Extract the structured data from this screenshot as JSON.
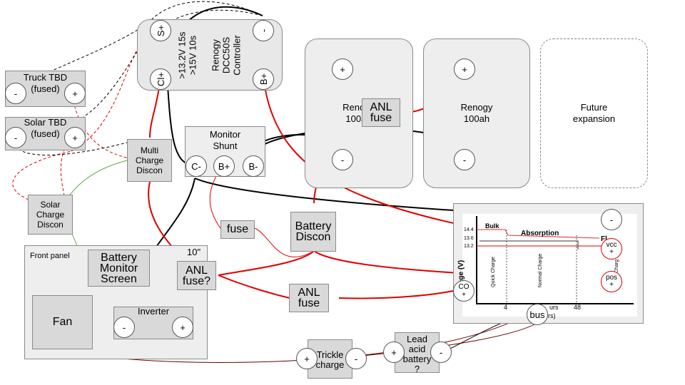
{
  "controller": {
    "line1": "Renogy",
    "line2": "DCC50S",
    "line3": "Controller",
    "thresh1": ">13.2V 15s",
    "thresh2": ">15V 10s",
    "t_splus": "S+",
    "t_minus": "-",
    "t_clplus": "Cl+",
    "t_bplus": "B+"
  },
  "truck": {
    "title": "Truck TBD",
    "sub": "(fused)",
    "minus": "-",
    "plus": "+"
  },
  "solar": {
    "title": "Solar TBD",
    "sub": "(fused)",
    "minus": "-",
    "plus": "+"
  },
  "battery1": {
    "line1": "Renogy",
    "line2": "100ah",
    "plus": "+",
    "minus": "-"
  },
  "anl_top": {
    "line1": "ANL",
    "line2": "fuse"
  },
  "battery2": {
    "line1": "Renogy",
    "line2": "100ah",
    "plus": "+",
    "minus": "-"
  },
  "future": {
    "line1": "Future",
    "line2": "expansion"
  },
  "multi": {
    "line1": "Multi",
    "line2": "Charge",
    "line3": "Discon"
  },
  "shunt": {
    "line1": "Monitor",
    "line2": "Shunt",
    "c_minus": "C-",
    "b_plus": "B+",
    "b_minus": "B-"
  },
  "solar_discon": {
    "line1": "Solar",
    "line2": "Charge",
    "line3": "Discon"
  },
  "fuse_small": {
    "label": "fuse"
  },
  "battery_discon": {
    "line1": "Battery",
    "line2": "Discon"
  },
  "front_panel": {
    "title": "Front panel"
  },
  "monitor_screen": {
    "line1": "Battery",
    "line2": "Monitor",
    "line3": "Screen"
  },
  "fan": {
    "label": "Fan"
  },
  "inverter": {
    "label": "Inverter",
    "minus": "-",
    "plus": "+"
  },
  "anl_inv": {
    "line1": "ANL",
    "line2": "fuse?",
    "note": "10\""
  },
  "anl_mid": {
    "line1": "ANL",
    "line2": "fuse"
  },
  "trickle": {
    "line1": "Trickle",
    "line2": "charge",
    "plus": "+",
    "minus": "-"
  },
  "leadacid": {
    "line1": "Lead",
    "line2": "acid",
    "line3": "battery",
    "line4": "?",
    "plus": "+",
    "minus": "-"
  },
  "graph": {
    "bulk": "Bulk",
    "absorption": "Absorption",
    "float": "Fl",
    "v1": "14.4",
    "v2": "13.6",
    "v3": "13.2",
    "ylab": "age (V)",
    "quick": "Quick Charge",
    "normal": "Normal Charge",
    "mid": "Charg",
    "x1": "4",
    "x2": "urs",
    "x3": "48",
    "x4": "rs)",
    "minus": "-",
    "vcc1": "vcc",
    "vcc2": "+",
    "pos1": "pos",
    "pos2": "+",
    "co1": "CO",
    "co2": "+",
    "bus": "bus"
  },
  "colors": {
    "red": "#e00000",
    "black": "#000000",
    "green": "#5aa84a",
    "darkred": "#6b0000"
  }
}
